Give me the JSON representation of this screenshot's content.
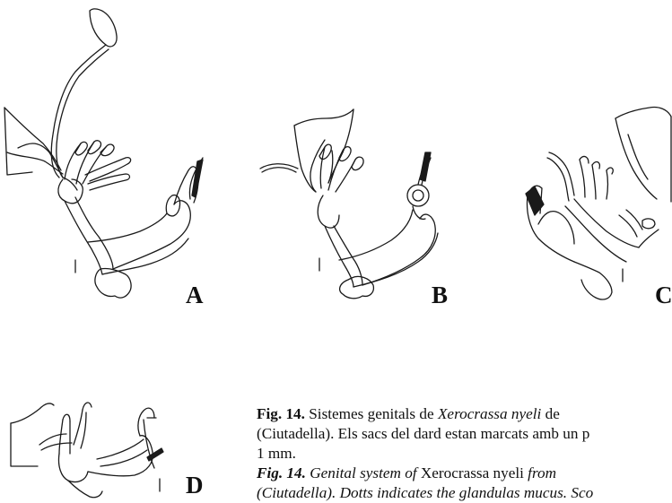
{
  "panels": [
    {
      "label": "A"
    },
    {
      "label": "B"
    },
    {
      "label": "C"
    },
    {
      "label": "D"
    }
  ],
  "caption": {
    "catalan": {
      "fig": "Fig. 14.",
      "text1": "Sistemes genitals de",
      "species": "Xerocrassa nyeli",
      "text2": "de",
      "line2": "(Ciutadella). Els sacs del dard estan marcats amb un p",
      "line3": "1 mm."
    },
    "english": {
      "fig": "Fig. 14.",
      "text1": "Genital system of",
      "species": "Xerocrassa nyeli",
      "text2": "from",
      "line2": "(Ciutadella). Dotts indicates the glandulas mucus. Sco"
    }
  }
}
